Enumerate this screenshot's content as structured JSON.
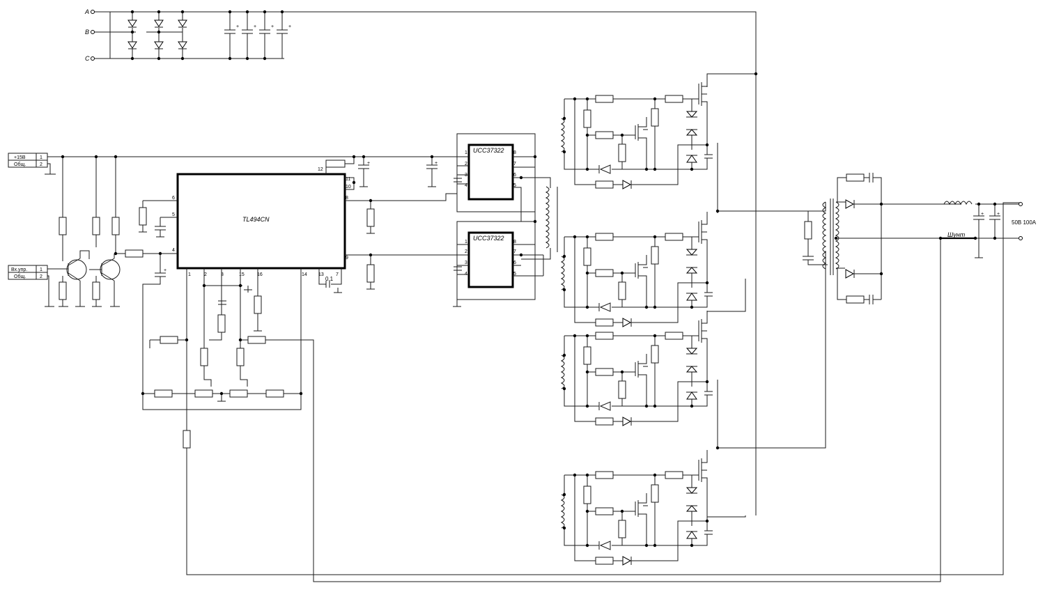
{
  "phase_inputs": [
    "A",
    "B",
    "C"
  ],
  "supply_connector": {
    "pins": [
      "+15В",
      "Общ."
    ],
    "numbers": [
      "1",
      "2"
    ]
  },
  "control_connector": {
    "pins": [
      "Вх.упр.",
      "Общ."
    ],
    "numbers": [
      "1",
      "2"
    ]
  },
  "pwm_ic": {
    "name": "TL494CN",
    "pins_left": [
      "6",
      "5",
      "4"
    ],
    "pins_right": [
      "12",
      "11",
      "10",
      "8",
      "9"
    ],
    "pins_bottom": [
      "1",
      "2",
      "3",
      "15",
      "16",
      "14",
      "13",
      "7"
    ]
  },
  "drivers": [
    {
      "name": "UCC37322",
      "pins_left": [
        "1",
        "2",
        "3",
        "4"
      ],
      "pins_right": [
        "8",
        "7",
        "6",
        "5"
      ]
    },
    {
      "name": "UCC37322",
      "pins_left": [
        "1",
        "2",
        "3",
        "4"
      ],
      "pins_right": [
        "8",
        "7",
        "6",
        "5"
      ]
    }
  ],
  "cap_value": "0.1",
  "shunt_label": "Шунт",
  "output_label": "50В 100А"
}
